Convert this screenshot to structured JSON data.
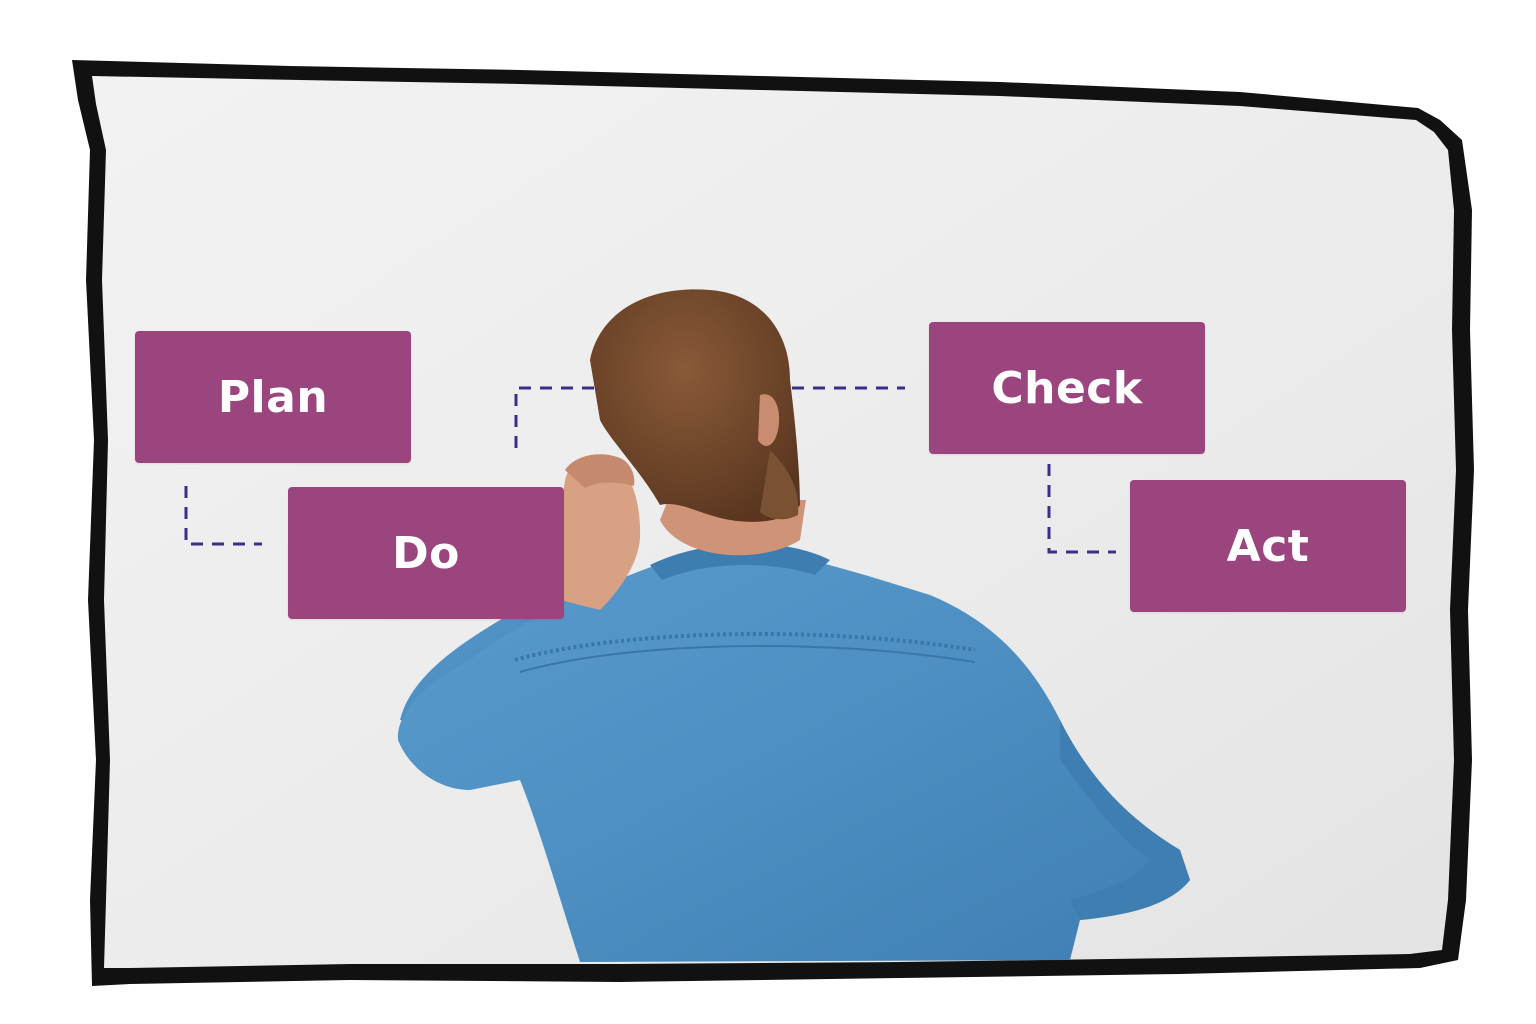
{
  "colors": {
    "box_fill": "#9b457f",
    "box_text": "#ffffff",
    "connector": "#3a2f86",
    "wall": "#ececec",
    "frame": "#111111",
    "shirt": "#4f90c2",
    "hair": "#6b4328",
    "skin": "#d9a183"
  },
  "diagram": {
    "steps": [
      {
        "id": "plan",
        "label": "Plan"
      },
      {
        "id": "do",
        "label": "Do"
      },
      {
        "id": "check",
        "label": "Check"
      },
      {
        "id": "act",
        "label": "Act"
      }
    ]
  },
  "icons": {
    "frame": "torn-photo-frame",
    "person": "man-scratching-head-from-behind"
  }
}
